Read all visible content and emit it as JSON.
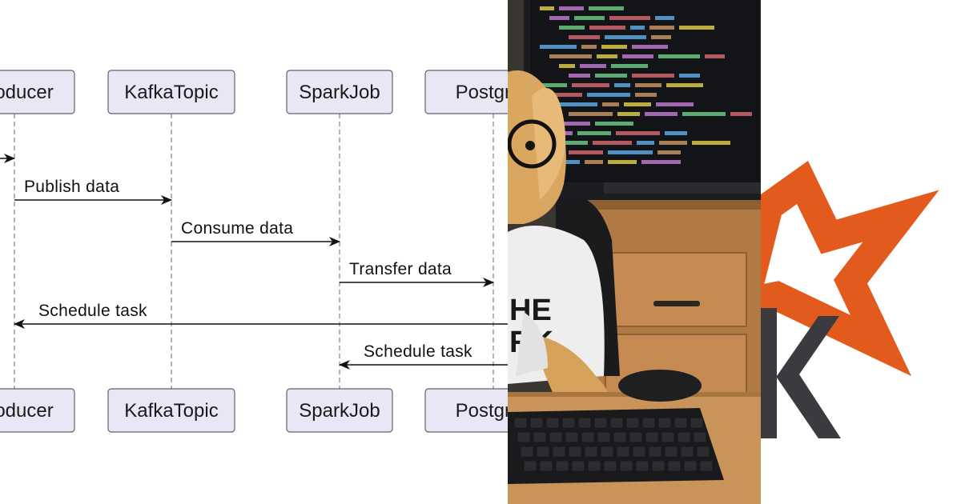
{
  "diagram": {
    "participants": [
      "Producer",
      "KafkaTopic",
      "SparkJob",
      "Postgres"
    ],
    "messages": [
      {
        "label": "",
        "from": 0,
        "to": 0,
        "direction": "right"
      },
      {
        "label": "Publish data",
        "from": 0,
        "to": 1,
        "direction": "right"
      },
      {
        "label": "Consume data",
        "from": 1,
        "to": 2,
        "direction": "right"
      },
      {
        "label": "Transfer data",
        "from": 2,
        "to": 3,
        "direction": "right"
      },
      {
        "label": "Schedule task",
        "from": 3,
        "to": 0,
        "direction": "left"
      },
      {
        "label": "Schedule task",
        "from": 3,
        "to": 2,
        "direction": "left"
      }
    ]
  },
  "photo": {
    "shirt_text": "HE\nRK"
  },
  "logo": {
    "colors": {
      "star": "#e25a1c",
      "letter": "#3c3a3e"
    },
    "icon": "spark-star-icon"
  }
}
